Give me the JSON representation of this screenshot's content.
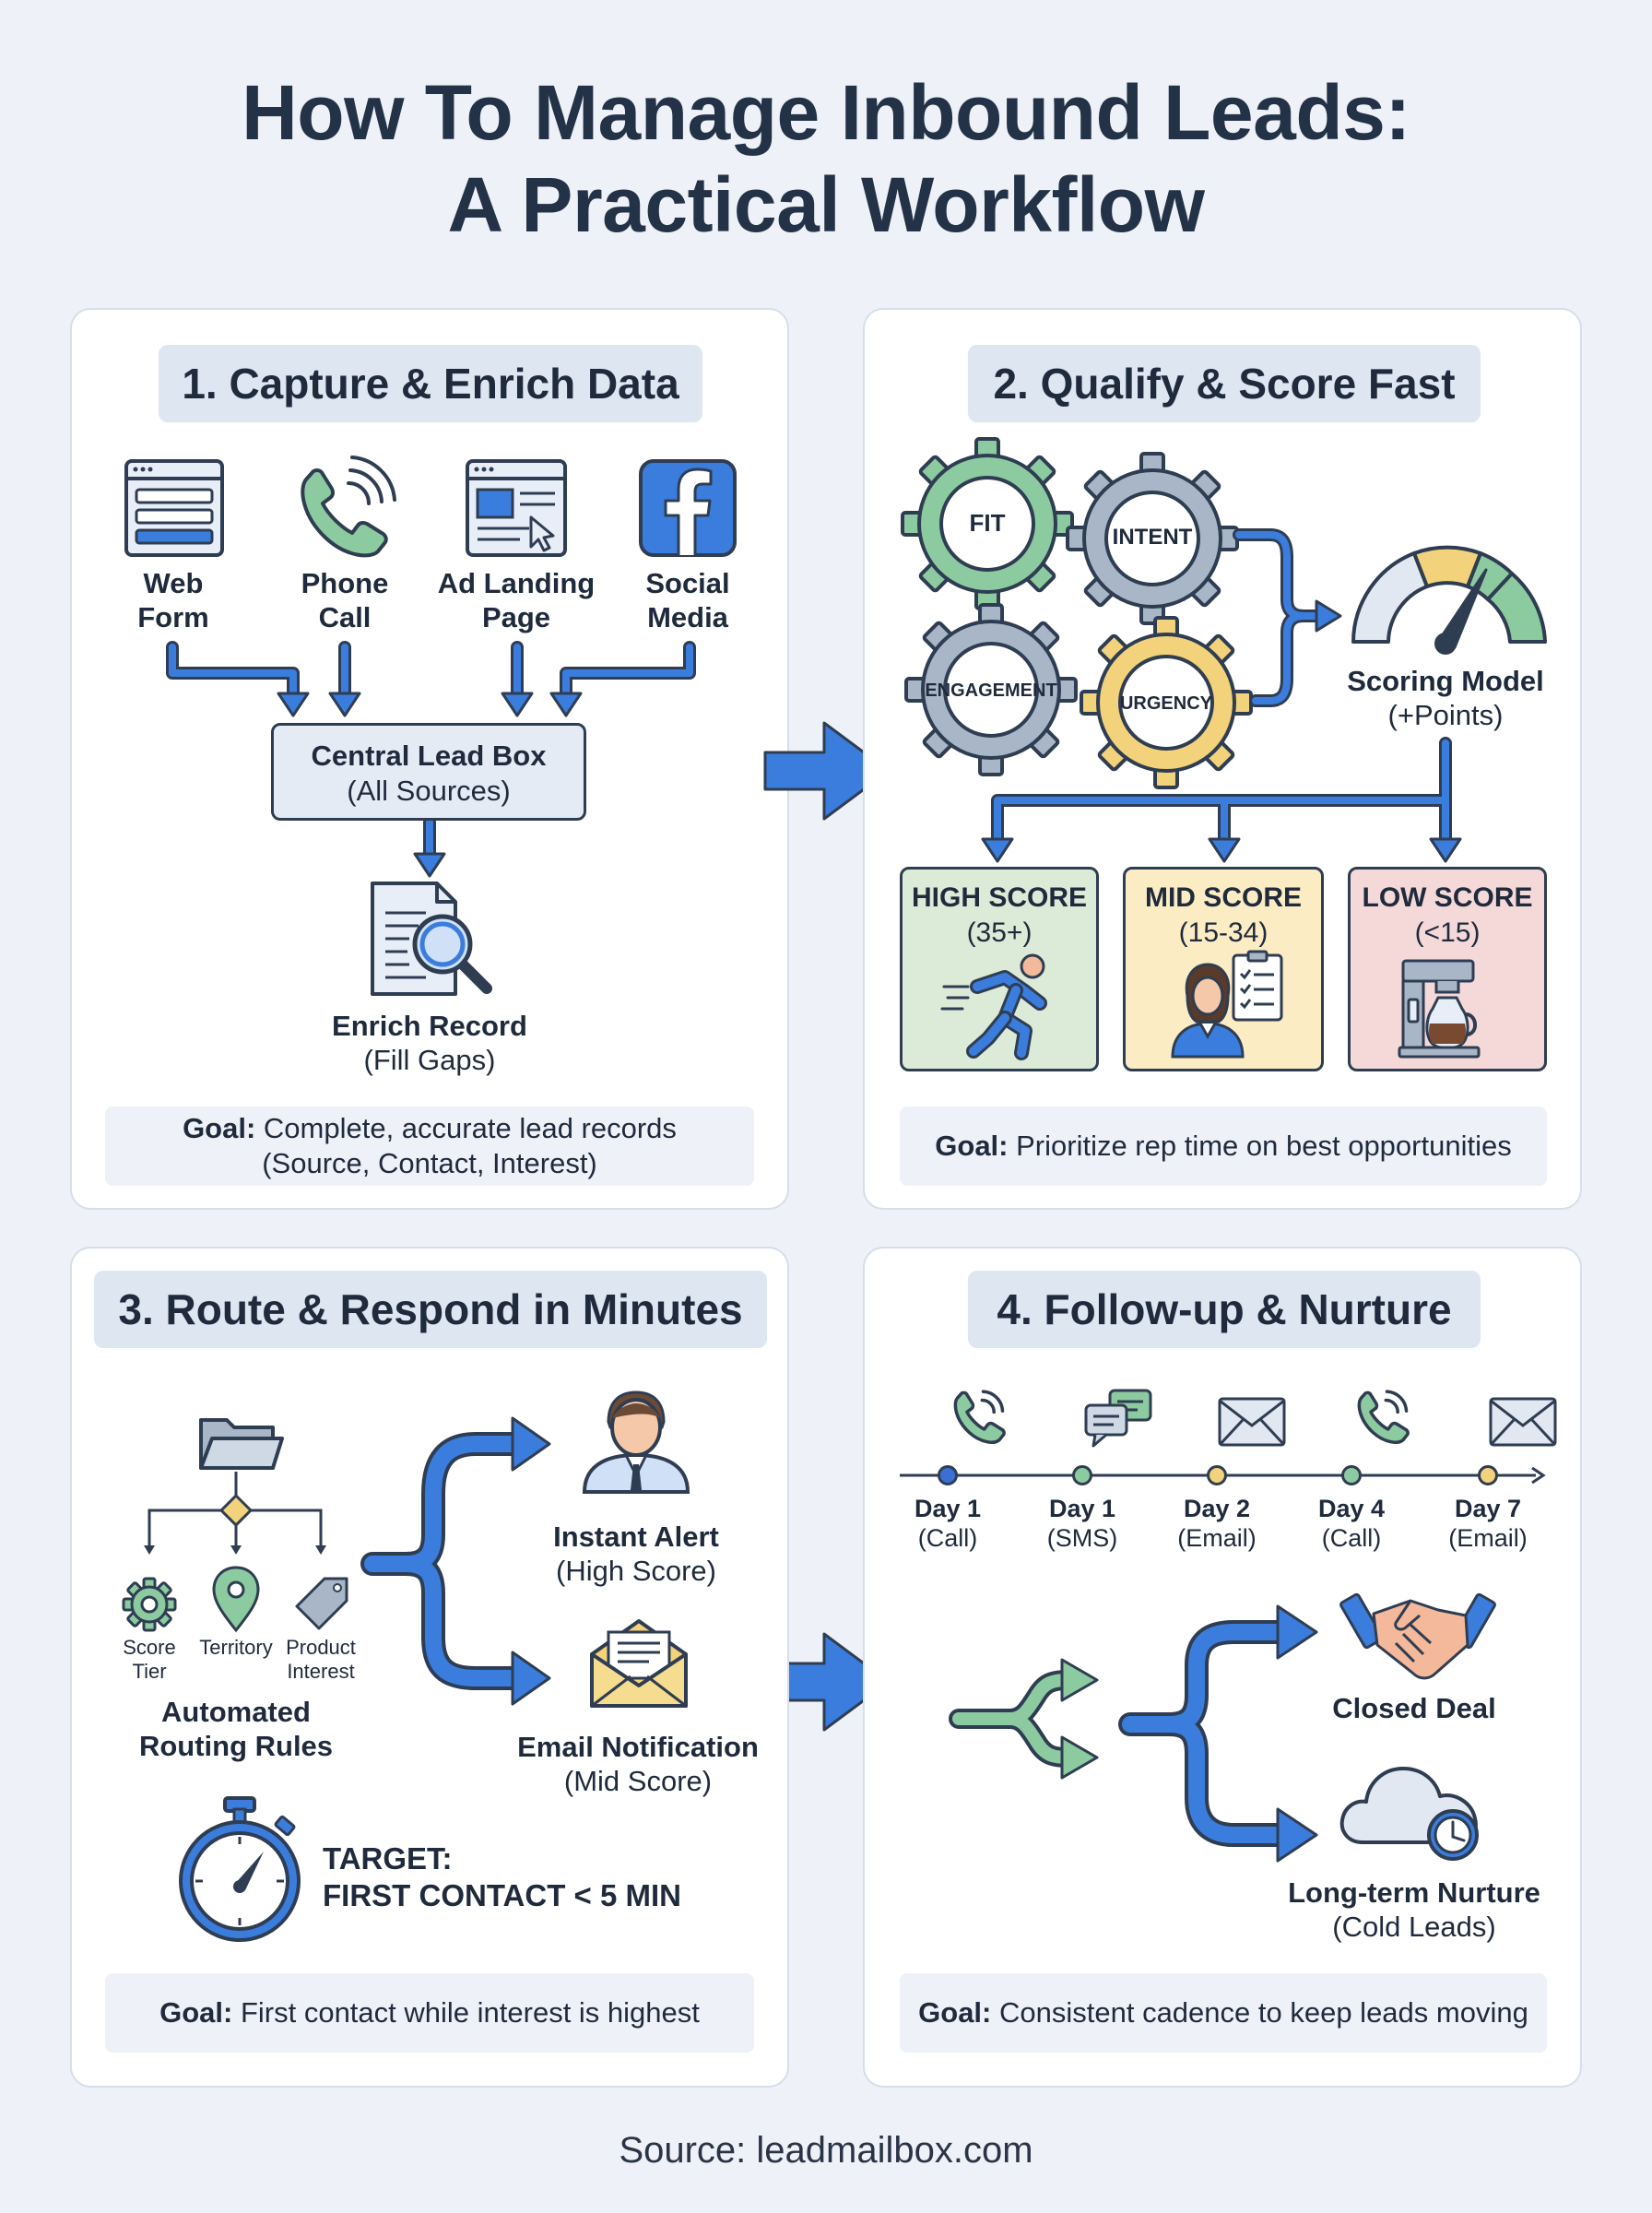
{
  "title_line1": "How To Manage Inbound Leads:",
  "title_line2": "A Practical Workflow",
  "panel1": {
    "title": "1. Capture & Enrich Data",
    "sources": [
      {
        "l1": "Web",
        "l2": "Form"
      },
      {
        "l1": "Phone",
        "l2": "Call"
      },
      {
        "l1": "Ad Landing",
        "l2": "Page"
      },
      {
        "l1": "Social",
        "l2": "Media"
      }
    ],
    "central_title": "Central Lead Box",
    "central_sub": "(All Sources)",
    "enrich_title": "Enrich Record",
    "enrich_sub": "(Fill Gaps)",
    "goal_label": "Goal:",
    "goal_text": " Complete, accurate lead records",
    "goal_text2": "(Source, Contact, Interest)"
  },
  "panel2": {
    "title": "2. Qualify & Score Fast",
    "gears": [
      "FIT",
      "INTENT",
      "ENGAGEMENT",
      "URGENCY"
    ],
    "model_title": "Scoring Model",
    "model_sub": "(+Points)",
    "scores": [
      {
        "name": "HIGH SCORE",
        "range": "(35+)",
        "color": "#dcebd8"
      },
      {
        "name": "MID SCORE",
        "range": "(15-34)",
        "color": "#fbecc4"
      },
      {
        "name": "LOW SCORE",
        "range": "(<15)",
        "color": "#f5d9d9"
      }
    ],
    "goal_label": "Goal:",
    "goal_text": " Prioritize rep time on best opportunities"
  },
  "panel3": {
    "title": "3. Route & Respond in Minutes",
    "rules": [
      "Score",
      "Tier",
      "Territory",
      "Product",
      "Interest"
    ],
    "routing_l1": "Automated",
    "routing_l2": "Routing Rules",
    "alert_title": "Instant Alert",
    "alert_sub": "(High Score)",
    "email_title": "Email Notification",
    "email_sub": "(Mid Score)",
    "target_l1": "TARGET:",
    "target_l2": "FIRST CONTACT < 5 MIN",
    "goal_label": "Goal:",
    "goal_text": " First contact while interest is highest"
  },
  "panel4": {
    "title": "4. Follow-up & Nurture",
    "timeline": [
      {
        "day": "Day 1",
        "type": "(Call)",
        "icon": "phone-icon",
        "dot": "#3b6fd6"
      },
      {
        "day": "Day 1",
        "type": "(SMS)",
        "icon": "chat-icon",
        "dot": "#8ccaa0"
      },
      {
        "day": "Day 2",
        "type": "(Email)",
        "icon": "envelope-icon",
        "dot": "#f2d27a"
      },
      {
        "day": "Day 4",
        "type": "(Call)",
        "icon": "phone-icon",
        "dot": "#8ccaa0"
      },
      {
        "day": "Day 7",
        "type": "(Email)",
        "icon": "envelope-icon",
        "dot": "#f2d27a"
      }
    ],
    "deal_title": "Closed Deal",
    "nurture_title": "Long-term Nurture",
    "nurture_sub": "(Cold Leads)",
    "goal_label": "Goal:",
    "goal_text": " Consistent cadence to keep leads moving"
  },
  "source": "Source: leadmailbox.com",
  "colors": {
    "accent_blue": "#3b7ddd",
    "green": "#8ccaa0",
    "yellow": "#f2d27a",
    "slate": "#2f3d52"
  }
}
